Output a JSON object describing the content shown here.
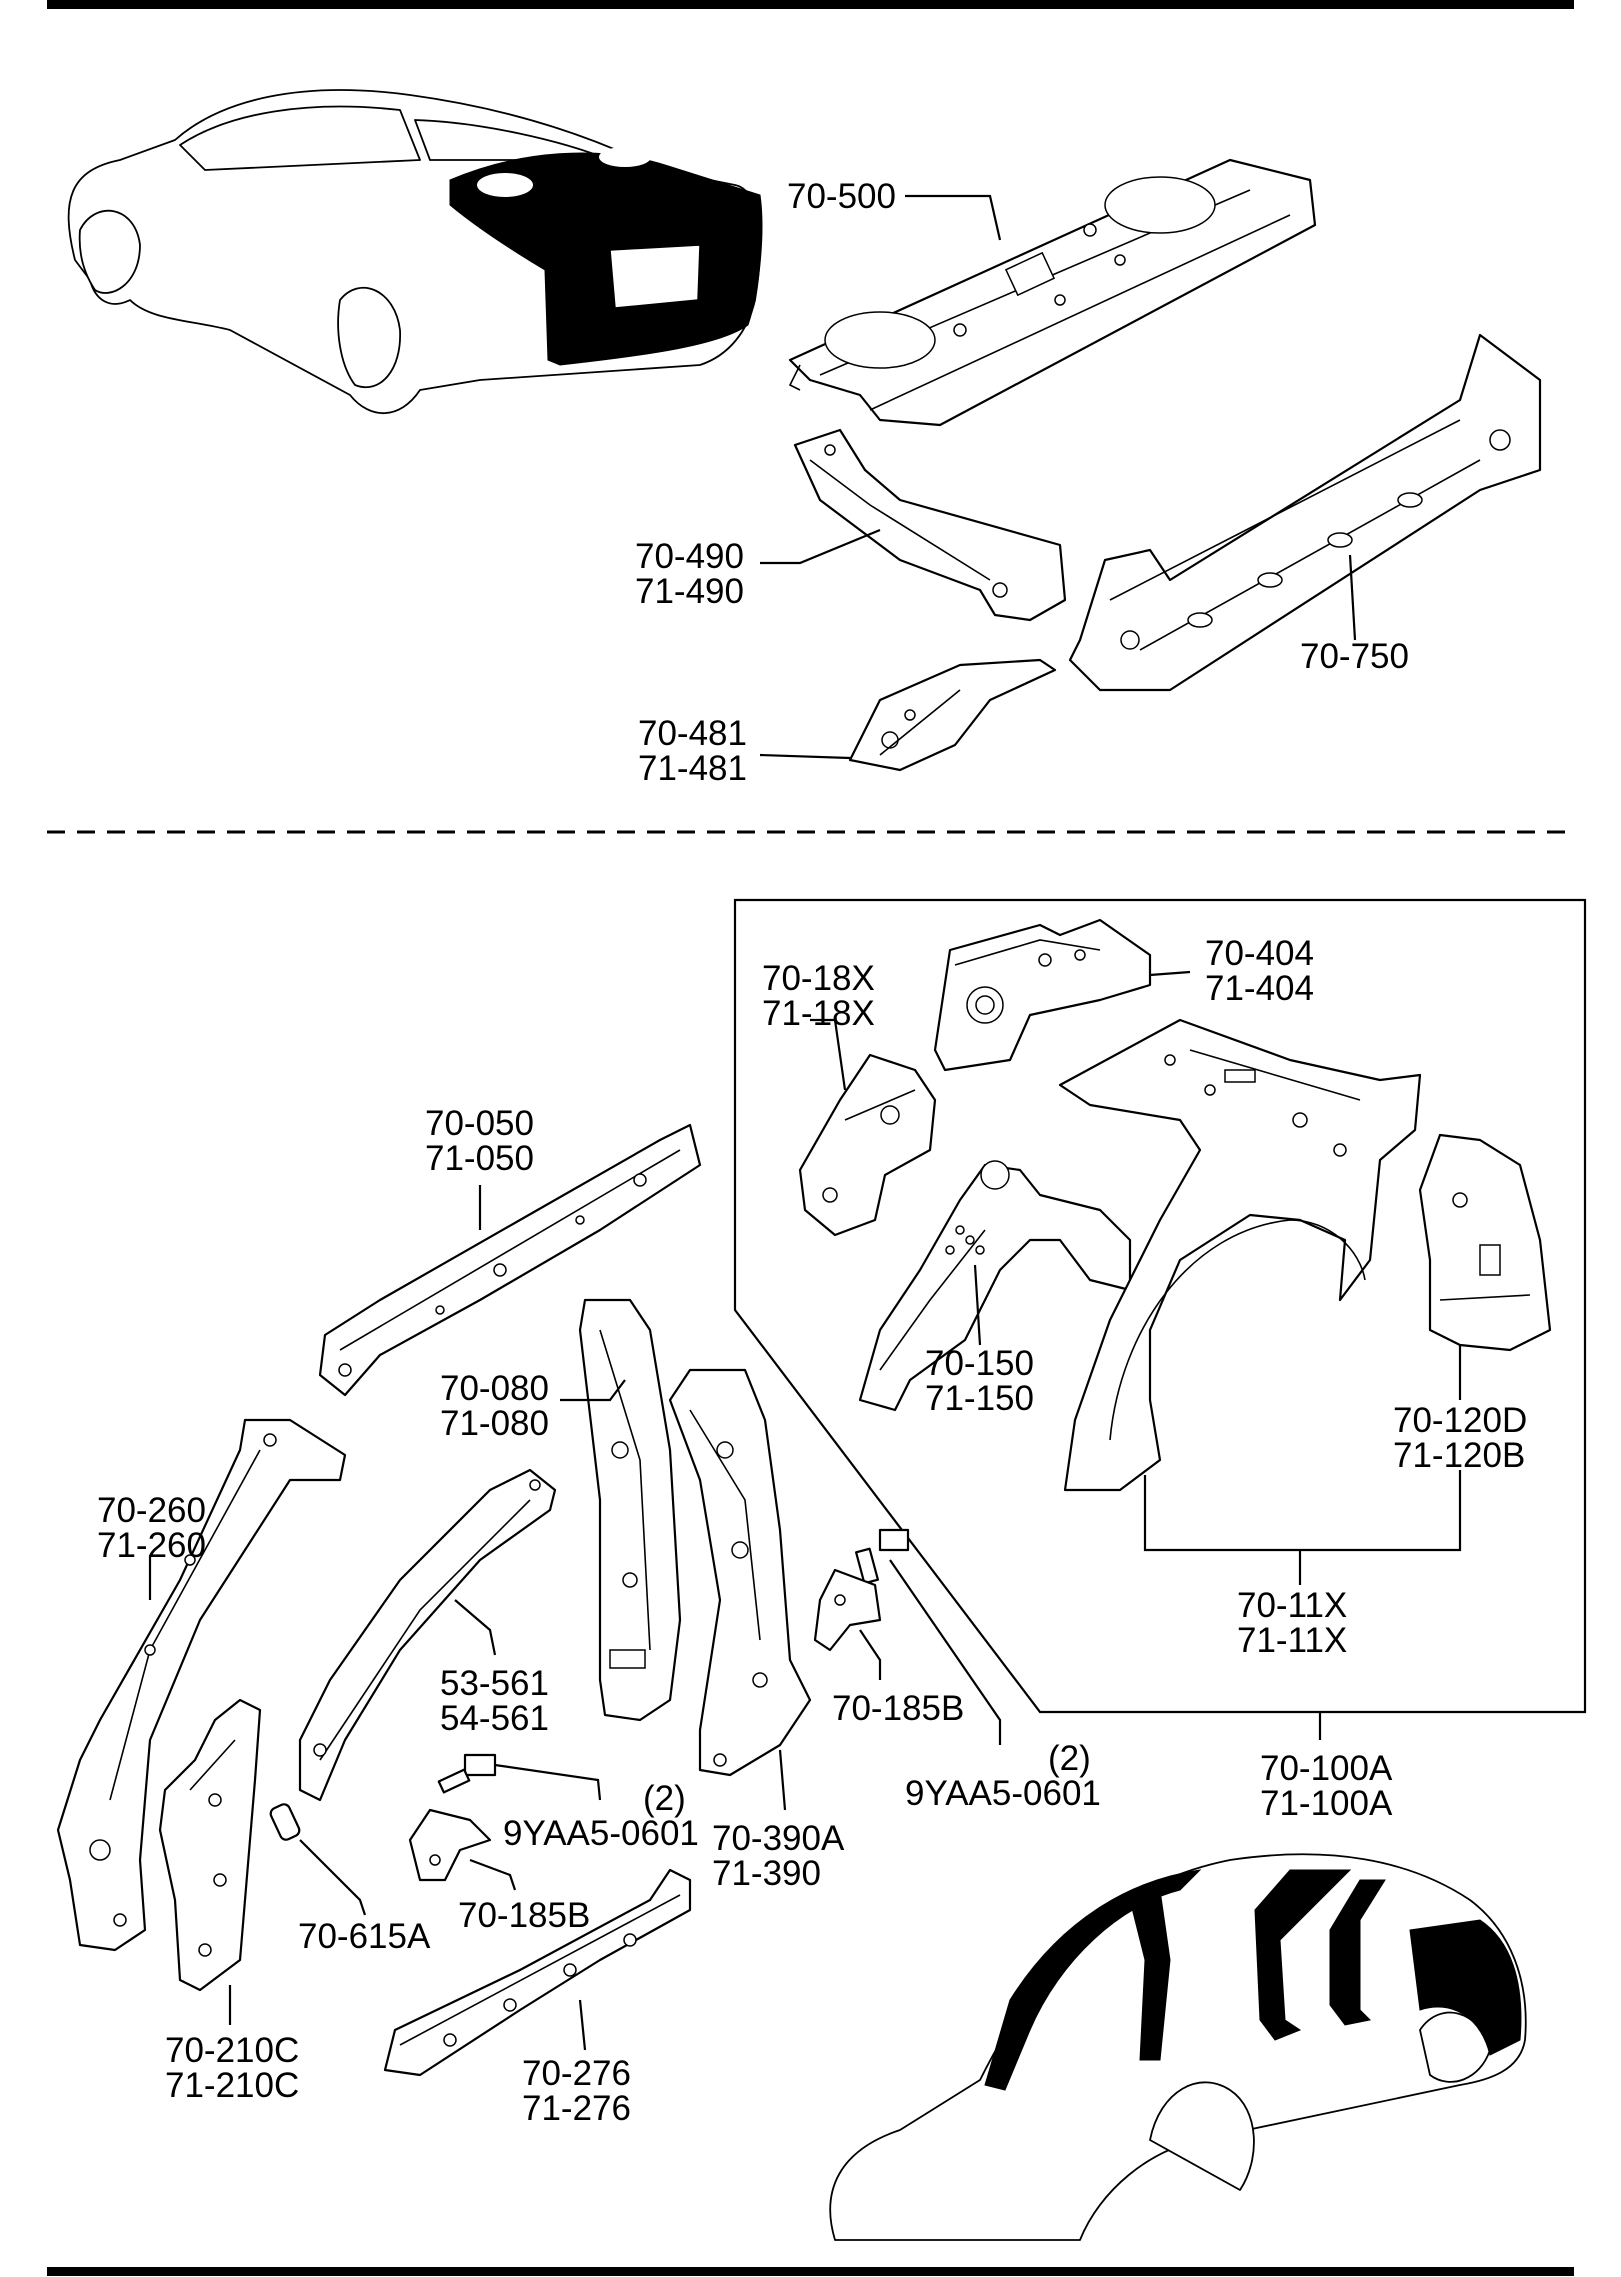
{
  "diagram": {
    "labels": {
      "l70_500": "70-500",
      "l70_490": "70-490",
      "l71_490": "71-490",
      "l70_750": "70-750",
      "l70_481": "70-481",
      "l71_481": "71-481",
      "l70_404": "70-404",
      "l71_404": "71-404",
      "l70_18x": "70-18X",
      "l71_18x": "71-18X",
      "l70_050": "70-050",
      "l71_050": "71-050",
      "l70_150": "70-150",
      "l71_150": "71-150",
      "l70_080": "70-080",
      "l71_080": "71-080",
      "l70_120d": "70-120D",
      "l71_120b": "71-120B",
      "l70_260": "70-260",
      "l71_260": "71-260",
      "l70_11x": "70-11X",
      "l71_11x": "71-11X",
      "l53_561": "53-561",
      "l54_561": "54-561",
      "l70_185b_a": "70-185B",
      "qty_a": "(2)",
      "l9yaa5_a": "9YAA5-0601",
      "l70_100a": "70-100A",
      "l71_100a": "71-100A",
      "qty_b": "(2)",
      "l9yaa5_b": "9YAA5-0601",
      "l70_390a": "70-390A",
      "l71_390": "71-390",
      "l70_185b_b": "70-185B",
      "l70_615a": "70-615A",
      "l70_210c": "70-210C",
      "l71_210c": "71-210C",
      "l70_276": "70-276",
      "l71_276": "71-276"
    }
  }
}
